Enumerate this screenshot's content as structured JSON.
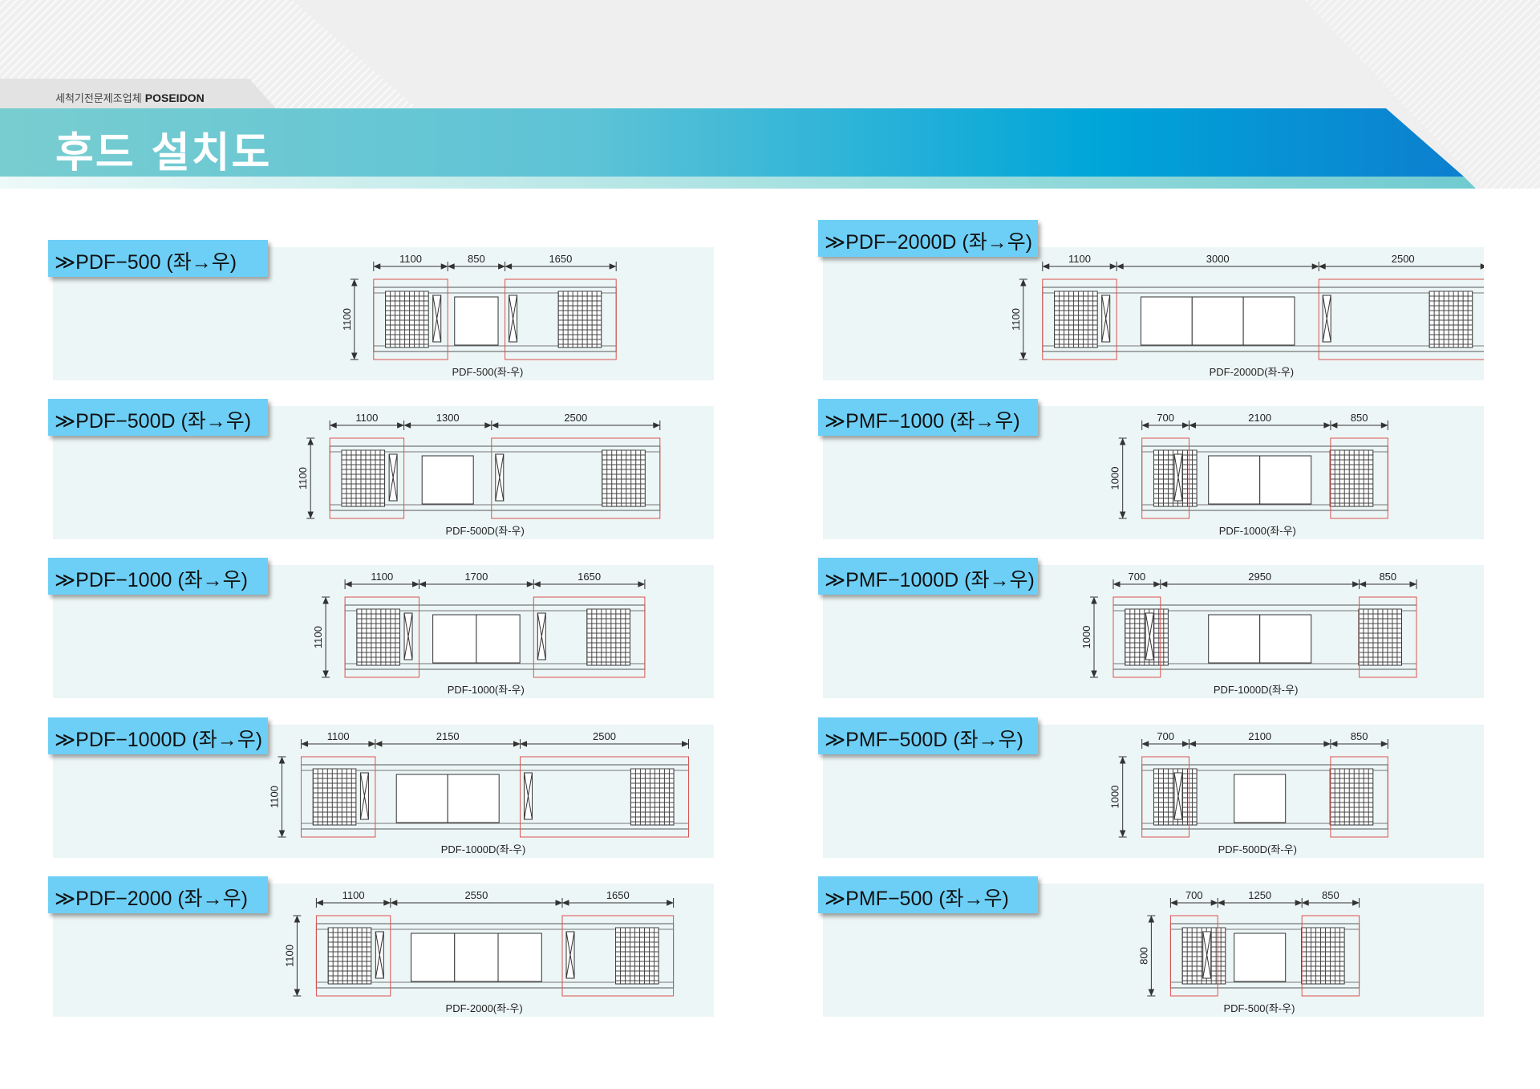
{
  "header": {
    "company": "세척기전문제조업체",
    "brand": "POSEIDON",
    "title": "후드 설치도"
  },
  "colors": {
    "bar_start": "#78cdd0",
    "bar_end": "#0d7fcf",
    "label_bg": "#6dcff6",
    "panel_bg": "#edf6f6",
    "red_outline": "#d9534f"
  },
  "panels": [
    {
      "label": "≫PDF−500 (좌→우)",
      "dims": [
        "1100",
        "850",
        "1650"
      ],
      "height": "1100",
      "caption": "PDF-500(좌-우)",
      "windows": 1,
      "col": 0,
      "row": 0
    },
    {
      "label": "≫PDF−500D (좌→우)",
      "dims": [
        "1100",
        "1300",
        "2500"
      ],
      "height": "1100",
      "caption": "PDF-500D(좌-우)",
      "windows": 1,
      "col": 0,
      "row": 1
    },
    {
      "label": "≫PDF−1000 (좌→우)",
      "dims": [
        "1100",
        "1700",
        "1650"
      ],
      "height": "1100",
      "caption": "PDF-1000(좌-우)",
      "windows": 2,
      "col": 0,
      "row": 2
    },
    {
      "label": "≫PDF−1000D (좌→우)",
      "dims": [
        "1100",
        "2150",
        "2500"
      ],
      "height": "1100",
      "caption": "PDF-1000D(좌-우)",
      "windows": 2,
      "col": 0,
      "row": 3
    },
    {
      "label": "≫PDF−2000 (좌→우)",
      "dims": [
        "1100",
        "2550",
        "1650"
      ],
      "height": "1100",
      "caption": "PDF-2000(좌-우)",
      "windows": 3,
      "col": 0,
      "row": 4
    },
    {
      "label": "≫PDF−2000D (좌→우)",
      "dims": [
        "1100",
        "3000",
        "2500"
      ],
      "height": "1100",
      "caption": "PDF-2000D(좌-우)",
      "windows": 3,
      "col": 1,
      "row": 0
    },
    {
      "label": "≫PMF−1000 (좌→우)",
      "dims": [
        "700",
        "2100",
        "850"
      ],
      "height": "1000",
      "caption": "PDF-1000(좌-우)",
      "windows": 2,
      "col": 1,
      "row": 1
    },
    {
      "label": "≫PMF−1000D (좌→우)",
      "dims": [
        "700",
        "2950",
        "850"
      ],
      "height": "1000",
      "caption": "PDF-1000D(좌-우)",
      "windows": 2,
      "col": 1,
      "row": 2
    },
    {
      "label": "≫PMF−500D (좌→우)",
      "dims": [
        "700",
        "2100",
        "850"
      ],
      "height": "1000",
      "caption": "PDF-500D(좌-우)",
      "windows": 1,
      "col": 1,
      "row": 3
    },
    {
      "label": "≫PMF−500 (좌→우)",
      "dims": [
        "700",
        "1250",
        "850"
      ],
      "height": "800",
      "caption": "PDF-500(좌-우)",
      "windows": 1,
      "col": 1,
      "row": 4
    }
  ]
}
